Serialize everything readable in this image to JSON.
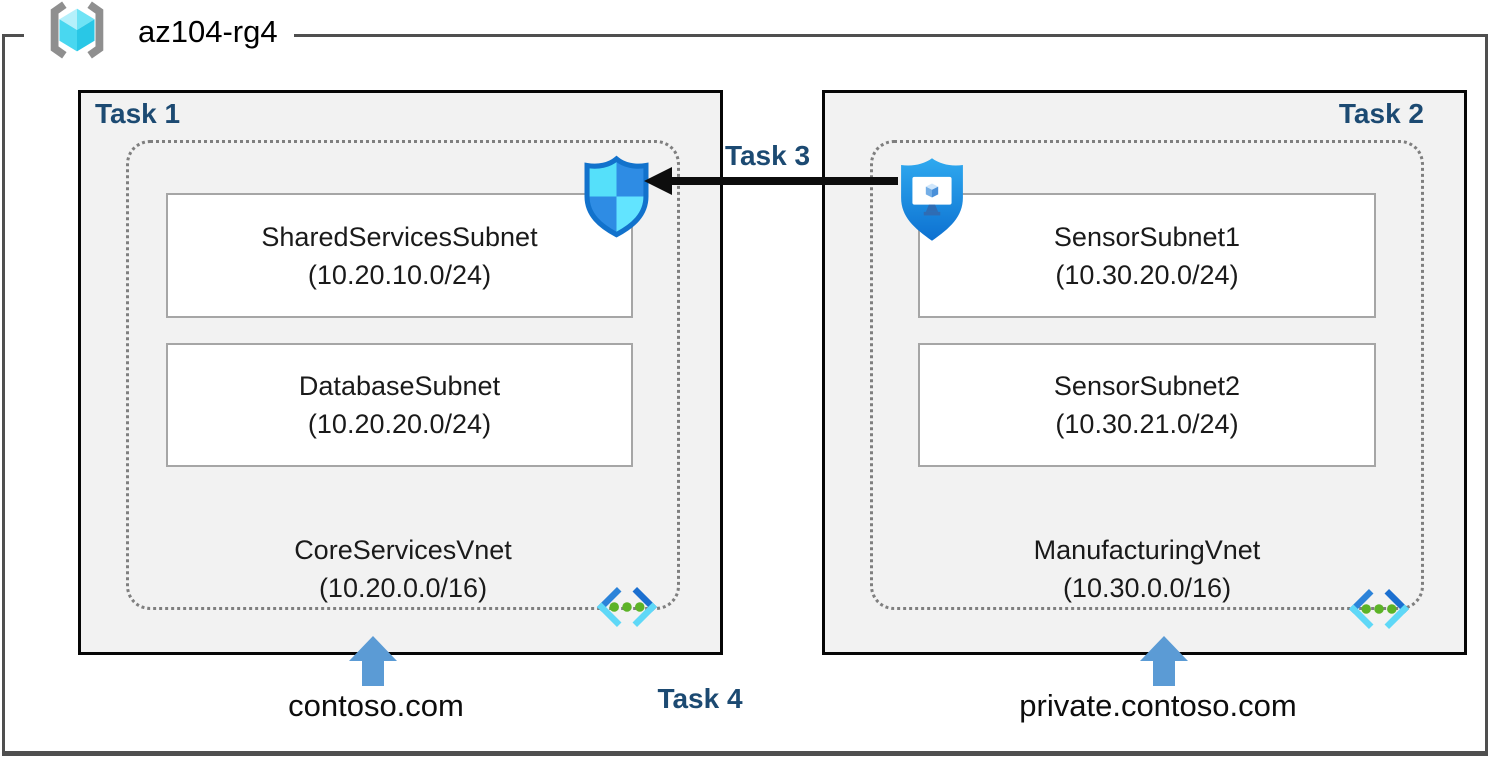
{
  "header": {
    "resource_group": "az104-rg4"
  },
  "tasks": {
    "task1": "Task 1",
    "task2": "Task 2",
    "task3": "Task 3",
    "task4": "Task 4"
  },
  "left": {
    "subnets": [
      {
        "name": "SharedServicesSubnet",
        "cidr": "(10.20.10.0/24)"
      },
      {
        "name": "DatabaseSubnet",
        "cidr": "(10.20.20.0/24)"
      }
    ],
    "vnet": {
      "name": "CoreServicesVnet",
      "cidr": "(10.20.0.0/16)"
    },
    "dns": "contoso.com"
  },
  "right": {
    "subnets": [
      {
        "name": "SensorSubnet1",
        "cidr": "(10.30.20.0/24)"
      },
      {
        "name": "SensorSubnet2",
        "cidr": "(10.30.21.0/24)"
      }
    ],
    "vnet": {
      "name": "ManufacturingVnet",
      "cidr": "(10.30.0.0/16)"
    },
    "dns": "private.contoso.com"
  },
  "icons": {
    "resource_group": "resource-group-icon",
    "nsg": "network-security-group-shield-icon",
    "bastion": "bastion-shield-icon",
    "vnet": "virtual-network-icon",
    "dns_arrow": "up-arrow-icon"
  },
  "colors": {
    "task_label": "#1c4a72",
    "box_fill": "#f2f2f2",
    "subnet_border": "#a6a6a6",
    "dashed_border": "#7f7f7f",
    "peering_arrow": "#0d0d0d",
    "dns_arrow_blue": "#5b9bd5",
    "nsg_light": "#55e0fa",
    "nsg_dark": "#2e8ce4",
    "bastion_blue": "#1386dd",
    "vnet_green_dot": "#5cb327"
  }
}
